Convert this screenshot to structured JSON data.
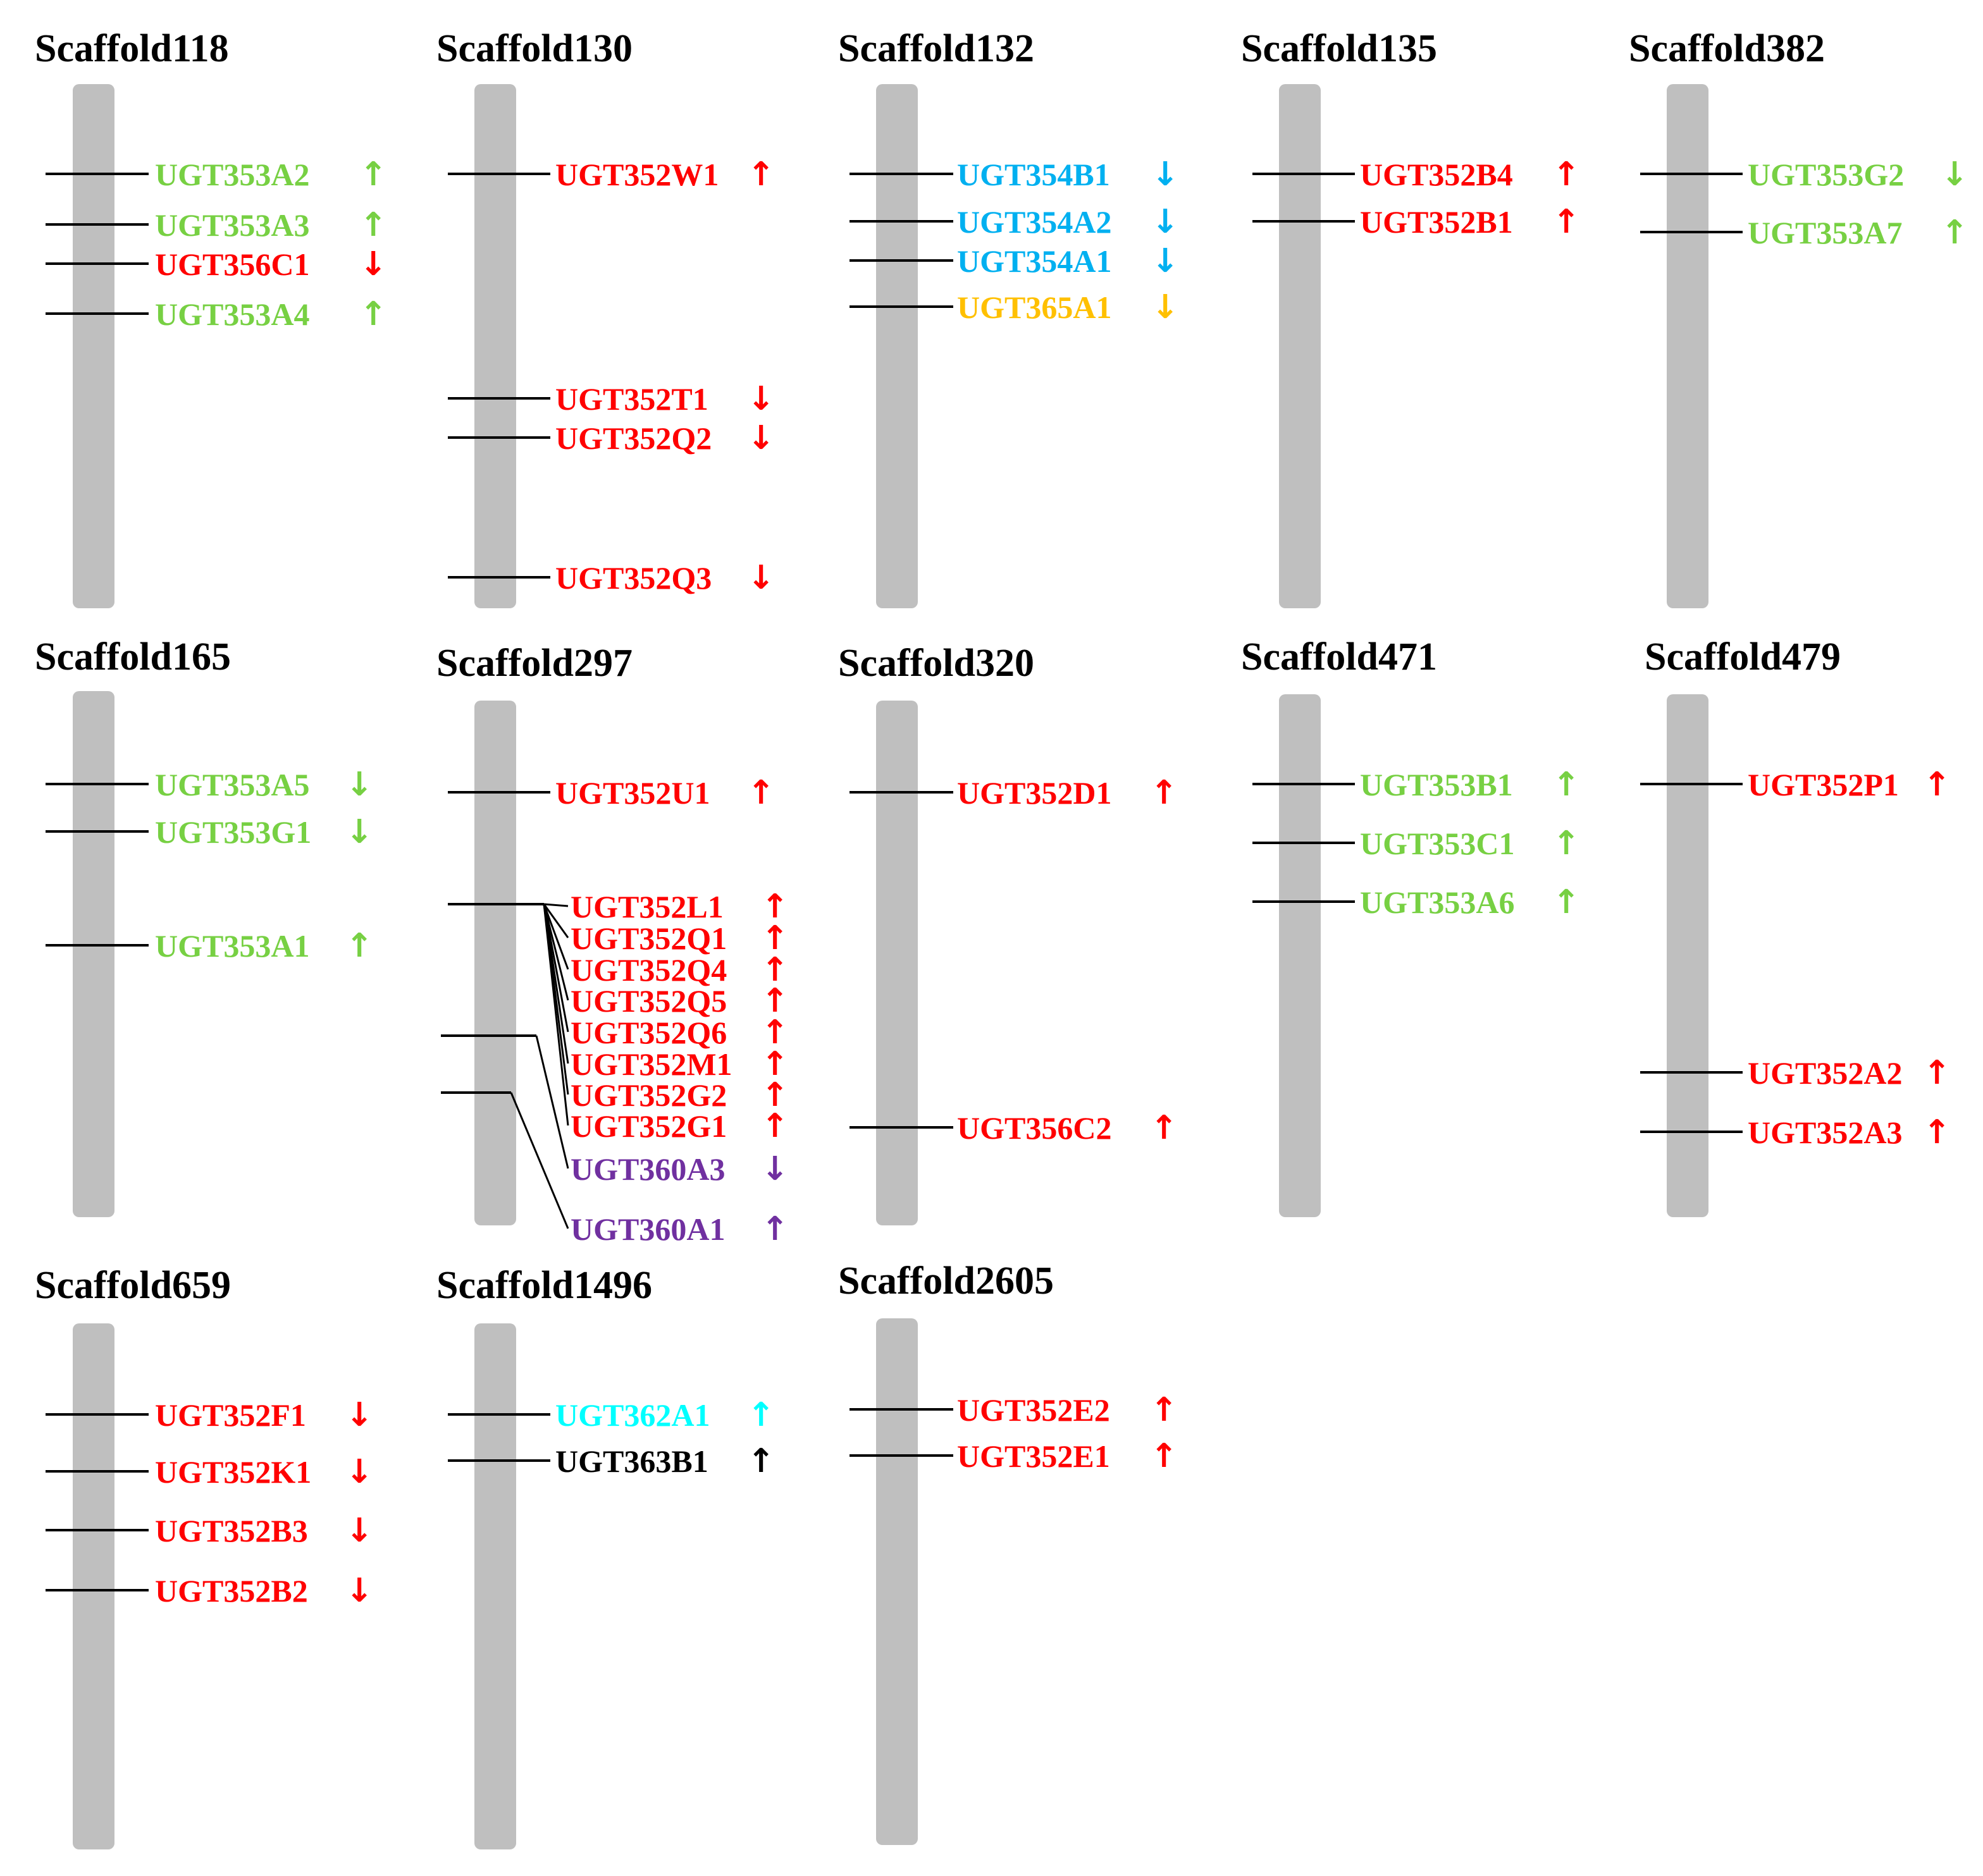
{
  "colors": {
    "red": "#ff0000",
    "green": "#77d043",
    "blue": "#00b0f0",
    "orange": "#ffc000",
    "purple": "#7030a0",
    "cyan": "#00ffff",
    "black": "#000000",
    "chromosome": "#bfbfbf",
    "line": "#000000"
  },
  "arrows": {
    "up": "↑",
    "down": "↓"
  },
  "scaffolds": [
    {
      "name": "Scaffold118",
      "genes": [
        {
          "label": "UGT353A2",
          "color": "green",
          "dir": "up"
        },
        {
          "label": "UGT353A3",
          "color": "green",
          "dir": "up"
        },
        {
          "label": "UGT356C1",
          "color": "red",
          "dir": "down"
        },
        {
          "label": "UGT353A4",
          "color": "green",
          "dir": "up"
        }
      ]
    },
    {
      "name": "Scaffold130",
      "genes": [
        {
          "label": "UGT352W1",
          "color": "red",
          "dir": "up"
        },
        {
          "label": "UGT352T1",
          "color": "red",
          "dir": "down"
        },
        {
          "label": "UGT352Q2",
          "color": "red",
          "dir": "down"
        },
        {
          "label": "UGT352Q3",
          "color": "red",
          "dir": "down"
        }
      ]
    },
    {
      "name": "Scaffold132",
      "genes": [
        {
          "label": "UGT354B1",
          "color": "blue",
          "dir": "down"
        },
        {
          "label": "UGT354A2",
          "color": "blue",
          "dir": "down"
        },
        {
          "label": "UGT354A1",
          "color": "blue",
          "dir": "down"
        },
        {
          "label": "UGT365A1",
          "color": "orange",
          "dir": "down"
        }
      ]
    },
    {
      "name": "Scaffold135",
      "genes": [
        {
          "label": "UGT352B4",
          "color": "red",
          "dir": "up"
        },
        {
          "label": "UGT352B1",
          "color": "red",
          "dir": "up"
        }
      ]
    },
    {
      "name": "Scaffold382",
      "genes": [
        {
          "label": "UGT353G2",
          "color": "green",
          "dir": "down"
        },
        {
          "label": "UGT353A7",
          "color": "green",
          "dir": "up"
        }
      ]
    },
    {
      "name": "Scaffold165",
      "genes": [
        {
          "label": "UGT353A5",
          "color": "green",
          "dir": "down"
        },
        {
          "label": "UGT353G1",
          "color": "green",
          "dir": "down"
        },
        {
          "label": "UGT353A1",
          "color": "green",
          "dir": "up"
        }
      ]
    },
    {
      "name": "Scaffold297",
      "genes": [
        {
          "label": "UGT352U1",
          "color": "red",
          "dir": "up"
        },
        {
          "label": "UGT352L1",
          "color": "red",
          "dir": "up"
        },
        {
          "label": "UGT352Q1",
          "color": "red",
          "dir": "up"
        },
        {
          "label": "UGT352Q4",
          "color": "red",
          "dir": "up"
        },
        {
          "label": "UGT352Q5",
          "color": "red",
          "dir": "up"
        },
        {
          "label": "UGT352Q6",
          "color": "red",
          "dir": "up"
        },
        {
          "label": "UGT352M1",
          "color": "red",
          "dir": "up"
        },
        {
          "label": "UGT352G2",
          "color": "red",
          "dir": "up"
        },
        {
          "label": "UGT352G1",
          "color": "red",
          "dir": "up"
        },
        {
          "label": "UGT360A3",
          "color": "purple",
          "dir": "down"
        },
        {
          "label": "UGT360A1",
          "color": "purple",
          "dir": "up"
        }
      ]
    },
    {
      "name": "Scaffold320",
      "genes": [
        {
          "label": "UGT352D1",
          "color": "red",
          "dir": "up"
        },
        {
          "label": "UGT356C2",
          "color": "red",
          "dir": "up"
        }
      ]
    },
    {
      "name": "Scaffold471",
      "genes": [
        {
          "label": "UGT353B1",
          "color": "green",
          "dir": "up"
        },
        {
          "label": "UGT353C1",
          "color": "green",
          "dir": "up"
        },
        {
          "label": "UGT353A6",
          "color": "green",
          "dir": "up"
        }
      ]
    },
    {
      "name": "Scaffold479",
      "genes": [
        {
          "label": "UGT352P1",
          "color": "red",
          "dir": "up"
        },
        {
          "label": "UGT352A2",
          "color": "red",
          "dir": "up"
        },
        {
          "label": "UGT352A3",
          "color": "red",
          "dir": "up"
        }
      ]
    },
    {
      "name": "Scaffold659",
      "genes": [
        {
          "label": "UGT352F1",
          "color": "red",
          "dir": "down"
        },
        {
          "label": "UGT352K1",
          "color": "red",
          "dir": "down"
        },
        {
          "label": "UGT352B3",
          "color": "red",
          "dir": "down"
        },
        {
          "label": "UGT352B2",
          "color": "red",
          "dir": "down"
        }
      ]
    },
    {
      "name": "Scaffold1496",
      "genes": [
        {
          "label": "UGT362A1",
          "color": "cyan",
          "dir": "up"
        },
        {
          "label": "UGT363B1",
          "color": "black",
          "dir": "up"
        }
      ]
    },
    {
      "name": "Scaffold2605",
      "genes": [
        {
          "label": "UGT352E2",
          "color": "red",
          "dir": "up"
        },
        {
          "label": "UGT352E1",
          "color": "red",
          "dir": "up"
        }
      ]
    }
  ]
}
